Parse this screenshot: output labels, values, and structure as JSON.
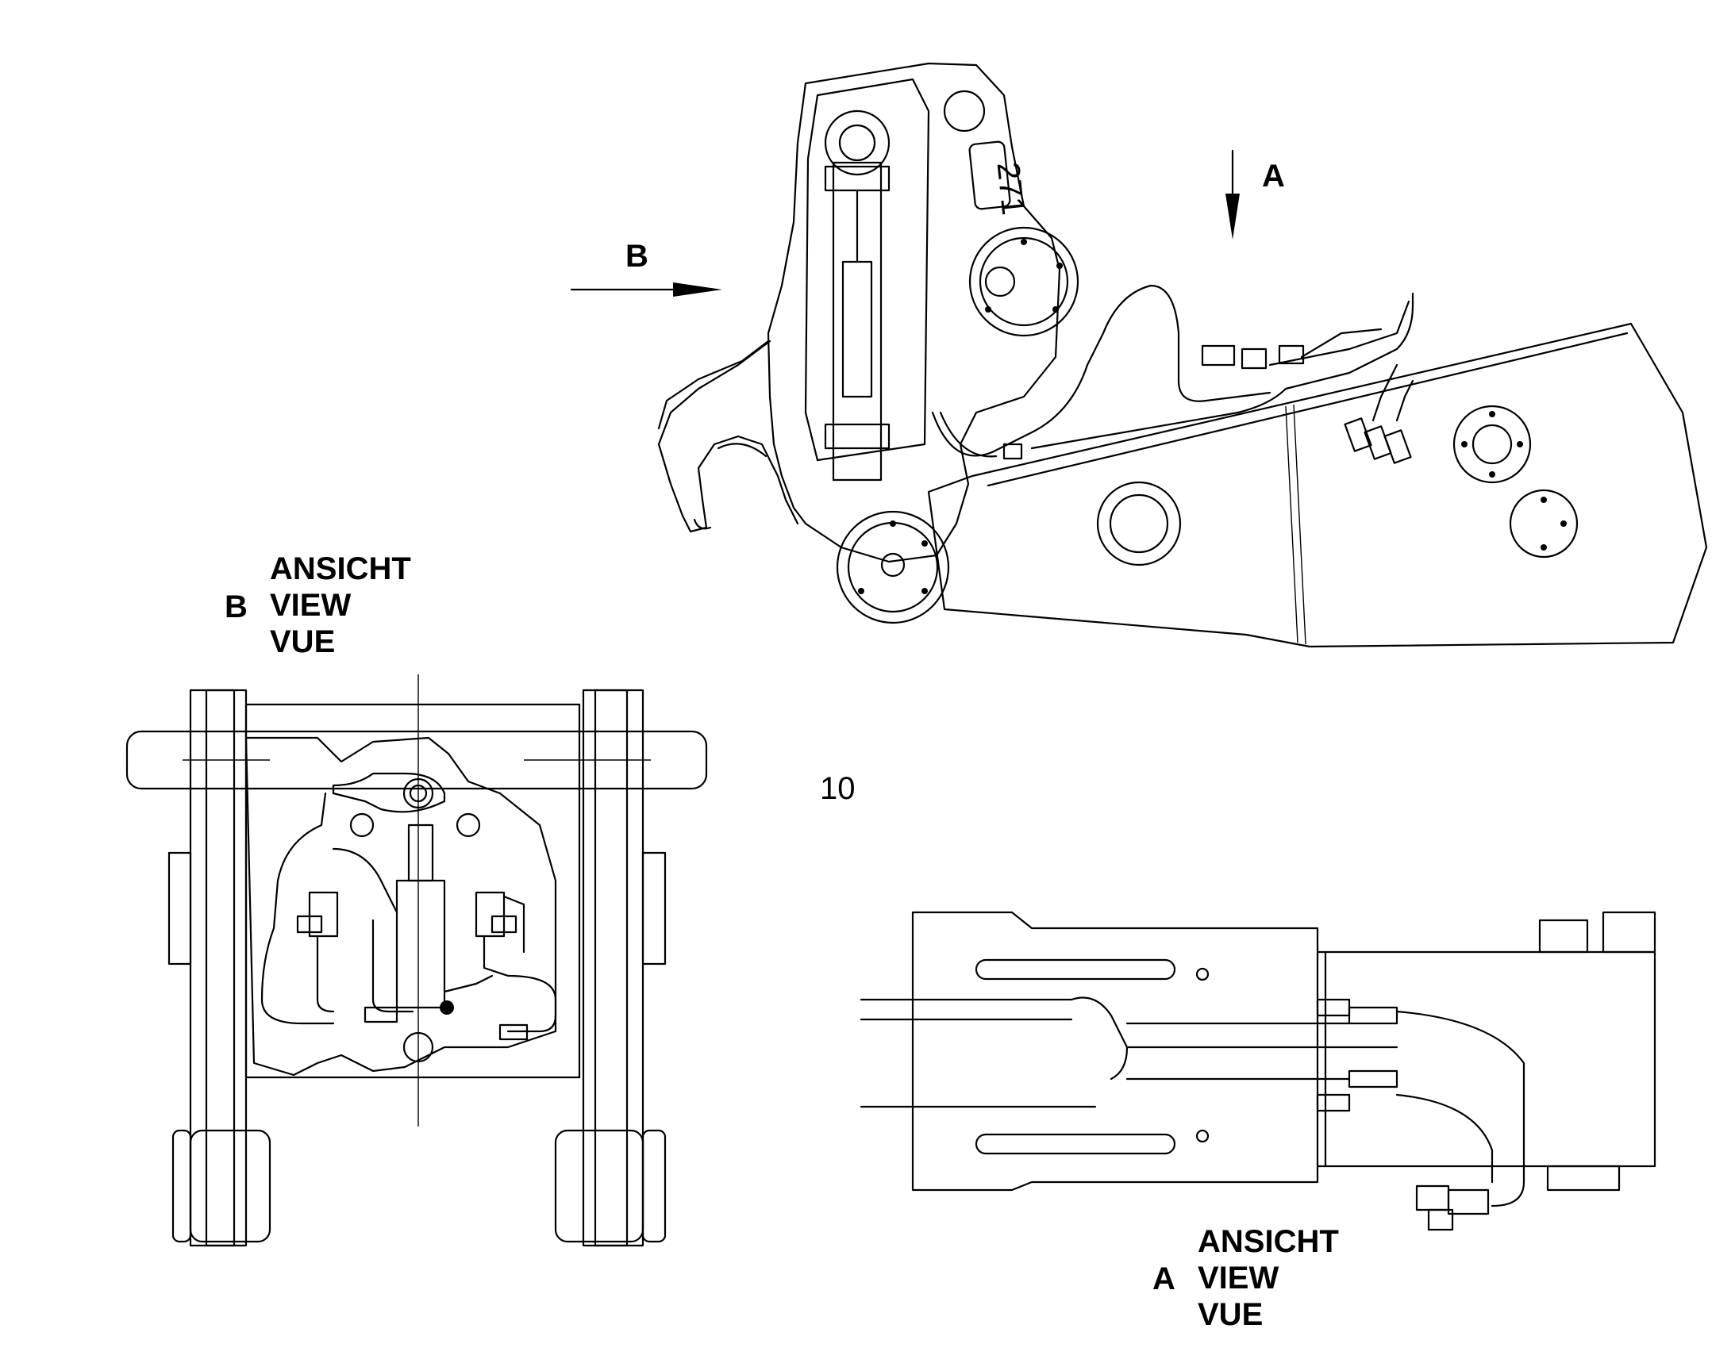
{
  "view_markers": {
    "a": "A",
    "b": "B"
  },
  "view_b_caption": {
    "letter": "B",
    "line1": "ANSICHT",
    "line2": "VIEW",
    "line3": "VUE"
  },
  "view_a_caption": {
    "letter": "A",
    "line1": "ANSICHT",
    "line2": "VIEW",
    "line3": "VUE"
  },
  "item_number": "10",
  "part_stamp": "271"
}
